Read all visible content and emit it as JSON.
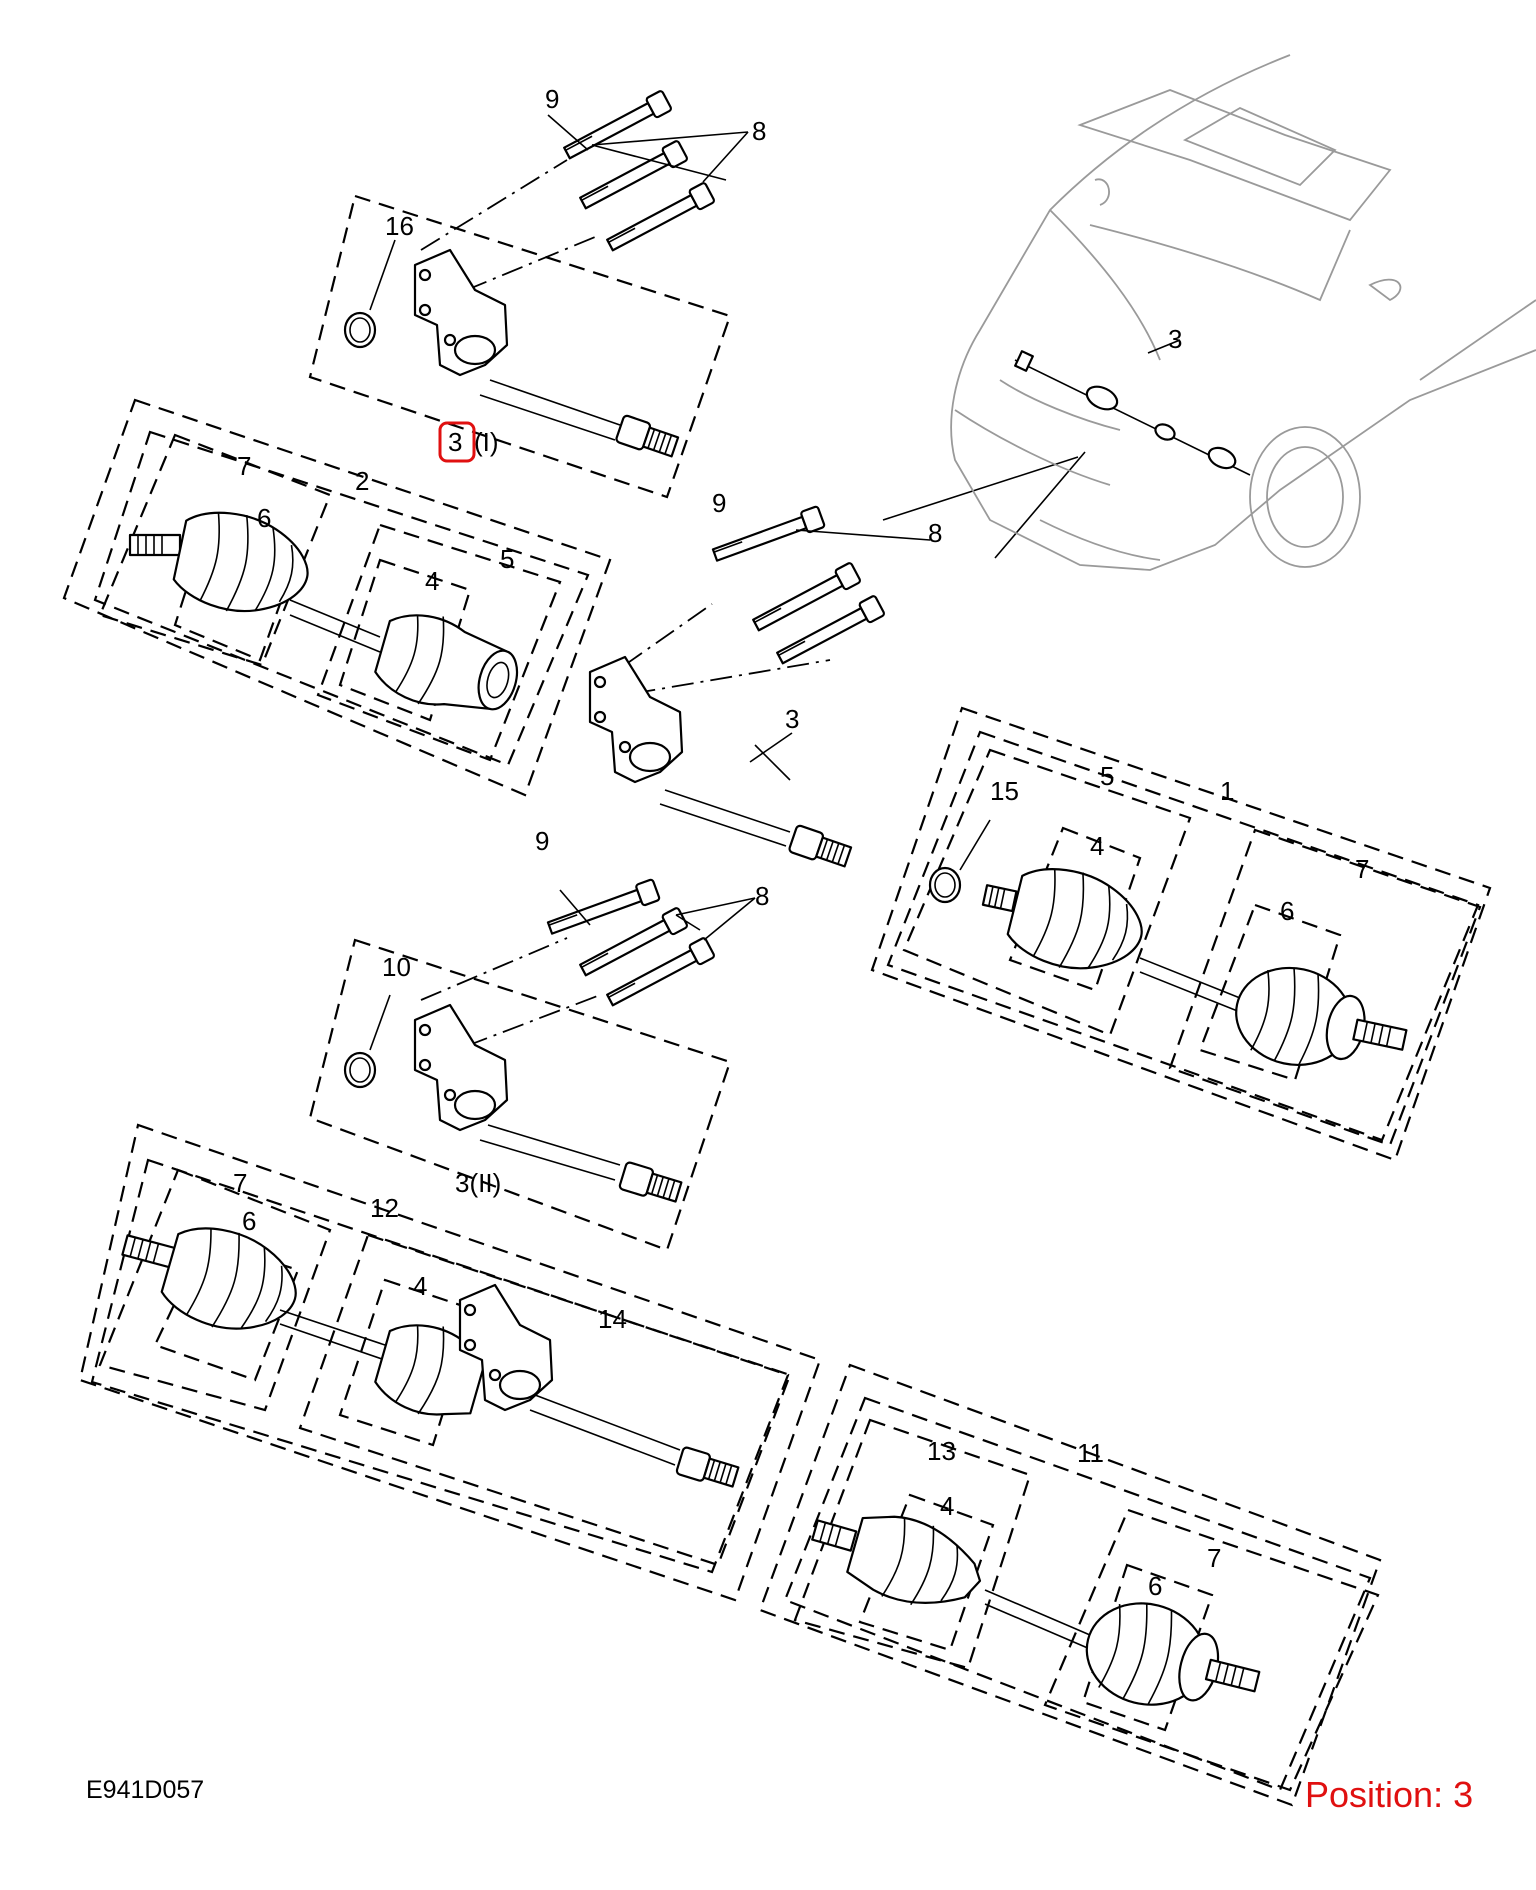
{
  "labels": {
    "n9a": "9",
    "n8a": "8",
    "n16": "16",
    "n3i": "3",
    "n3i_suffix": "(I)",
    "n7a": "7",
    "n2": "2",
    "n6a": "6",
    "n5a": "5",
    "n4a": "4",
    "n3car": "3",
    "n9b": "9",
    "n8b": "8",
    "n3c": "3",
    "n15": "15",
    "n5b": "5",
    "n1": "1",
    "n4b": "4",
    "n7b": "7",
    "n6b": "6",
    "n9c": "9",
    "n8c": "8",
    "n10": "10",
    "n3ii": "3(II)",
    "n7c": "7",
    "n12": "12",
    "n6c": "6",
    "n4c": "4",
    "n14": "14",
    "n13": "13",
    "n11": "11",
    "n4d": "4",
    "n7d": "7",
    "n6d": "6"
  },
  "figure_code": "E941D057",
  "position_label": "Position: 3",
  "highlight_color": "#e01010"
}
